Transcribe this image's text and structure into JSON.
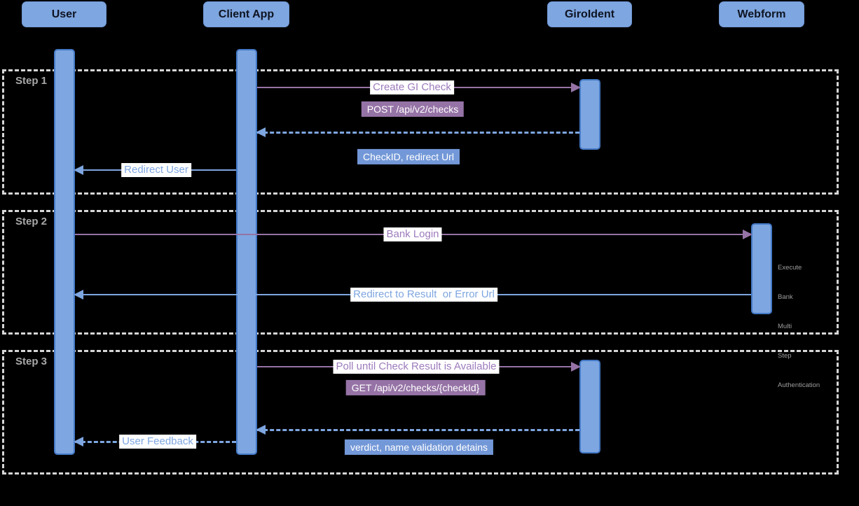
{
  "actors": {
    "user": "User",
    "client_app": "Client App",
    "giroident": "GiroIdent",
    "webform": "Webform"
  },
  "frames": {
    "step1": "Step 1",
    "step2": "Step 2",
    "step3": "Step 3"
  },
  "messages": {
    "create_check": "Create GI Check",
    "post_endpoint": "POST /api/v2/checks",
    "checkid_return": "CheckID, redirect Url",
    "redirect_user": "Redirect User",
    "bank_login": "Bank Login",
    "redirect_result": "Redirect to Result  or Error Url",
    "poll_check": "Poll until Check Result is Available",
    "get_endpoint": "GET /api/v2/checks/{checkId}",
    "verdict_return": "verdict, name validation detains",
    "user_feedback": "User Feedback"
  },
  "webform_note": {
    "lines": [
      "Execute",
      "Bank",
      "Multi",
      "Step",
      "Authentication"
    ]
  },
  "colors": {
    "background": "#000000",
    "actor_fill": "#7ea6e0",
    "activation_fill": "#7ea6e0",
    "activation_border": "#4379c6",
    "purple_line": "#9673a6",
    "purple_label_text": "#9d7bbd",
    "blue_line": "#7ea6e0",
    "purple_badge_bg": "#9673a6",
    "blue_badge_bg": "#7398d8",
    "frame_border": "#d6d6d6",
    "step_label": "#a9a9a9"
  }
}
